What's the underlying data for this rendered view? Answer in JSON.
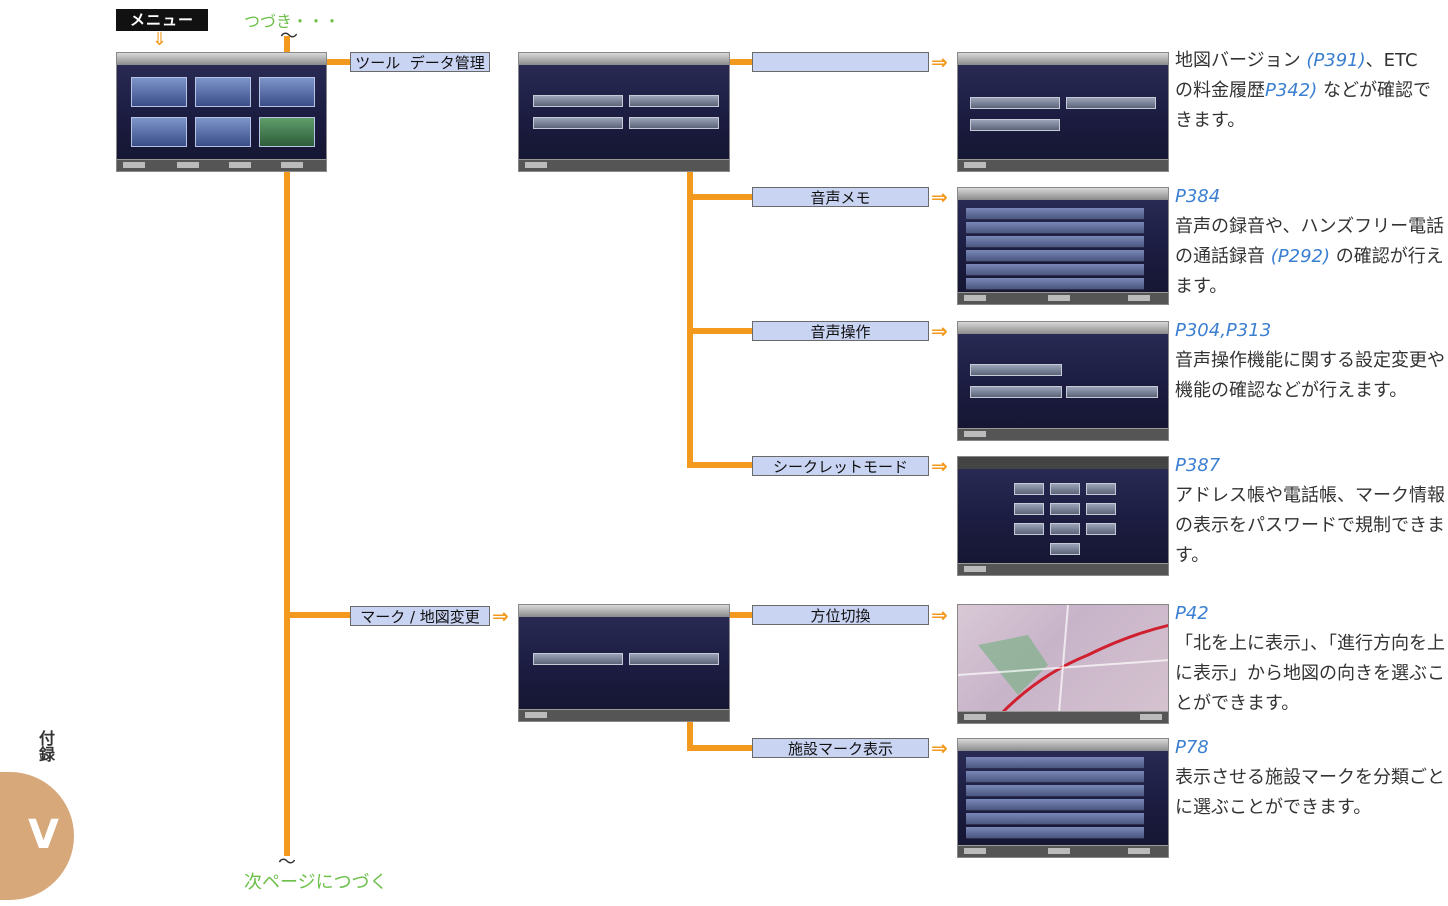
{
  "menu_label": "メニュー",
  "continued_top": "つづき・・・",
  "continued_bottom": "次ページにつづく",
  "appendix_label": "付録",
  "chapter_letter": "V",
  "arrow_glyph": "⇒",
  "colors": {
    "line": "#f39a1e",
    "label_bg": "#c9d3f2",
    "ref": "#3b7fd1",
    "green": "#6cc04a",
    "tab": "#d6a87a"
  },
  "icons": [
    "down-arrow-icon",
    "double-right-arrow-icon",
    "wave-dash-icon"
  ],
  "branches": {
    "tools": "ツール",
    "data_management": "データ管理",
    "mark_map_change": "マーク / 地図変更"
  },
  "items": [
    {
      "label": "",
      "ref": "",
      "desc_pre": "地図バージョン ",
      "desc_ref1": "(P391)",
      "desc_mid": "、ETC　の料金履歴",
      "desc_ref2": "P342)",
      "desc_post": " などが確認できます。"
    },
    {
      "label": "音声メモ",
      "ref": "P384",
      "desc_pre": "音声の録音や、ハンズフリー電話の通話録音 ",
      "desc_ref1": "(P292)",
      "desc_mid": " の確認が行えます。",
      "desc_ref2": "",
      "desc_post": ""
    },
    {
      "label": "音声操作",
      "ref": "P304,P313",
      "desc_pre": "音声操作機能に関する設定変更や機能の確認などが行えます。",
      "desc_ref1": "",
      "desc_mid": "",
      "desc_ref2": "",
      "desc_post": ""
    },
    {
      "label": "シークレットモード",
      "ref": "P387",
      "desc_pre": "アドレス帳や電話帳、マーク情報の表示をパスワードで規制できます。",
      "desc_ref1": "",
      "desc_mid": "",
      "desc_ref2": "",
      "desc_post": ""
    },
    {
      "label": "方位切換",
      "ref": "P42",
      "desc_pre": "「北を上に表示」、「進行方向を上に表示」から地図の向きを選ぶことができます。",
      "desc_ref1": "",
      "desc_mid": "",
      "desc_ref2": "",
      "desc_post": ""
    },
    {
      "label": "施設マーク表示",
      "ref": "P78",
      "desc_pre": "表示させる施設マークを分類ごとに選ぶことができます。",
      "desc_ref1": "",
      "desc_mid": "",
      "desc_ref2": "",
      "desc_post": ""
    }
  ]
}
